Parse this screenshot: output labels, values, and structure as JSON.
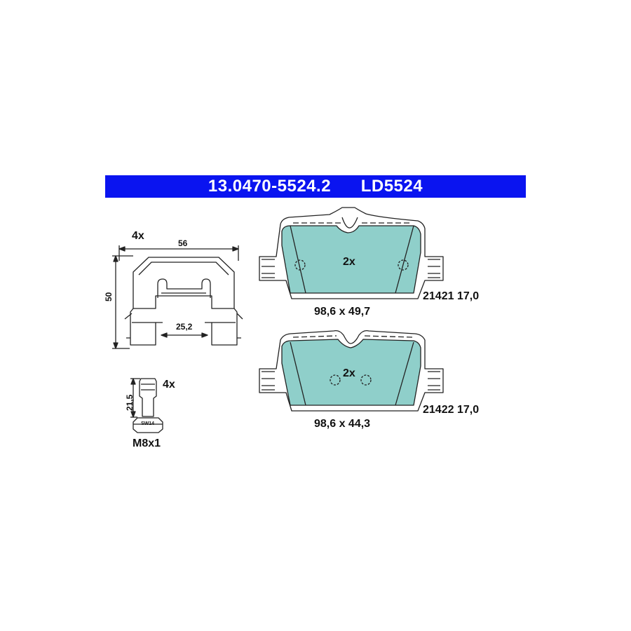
{
  "header": {
    "part_number": "13.0470-5524.2",
    "code": "LD5524"
  },
  "clip": {
    "quantity": "4x",
    "width_dim": "56",
    "height_dim": "50",
    "inner_dim": "25,2"
  },
  "bolt": {
    "quantity": "4x",
    "length_dim": "21,5",
    "head_label": "SW14",
    "thread": "M8x1"
  },
  "pad_upper": {
    "quantity": "2x",
    "size": "98,6 x 49,7",
    "wva": "21421",
    "thickness": "17,0"
  },
  "pad_lower": {
    "quantity": "2x",
    "size": "98,6 x 44,3",
    "wva": "21422",
    "thickness": "17,0"
  },
  "colors": {
    "banner": "#0a14f0",
    "pad_fill": "#8fcfca",
    "line": "#222222"
  }
}
